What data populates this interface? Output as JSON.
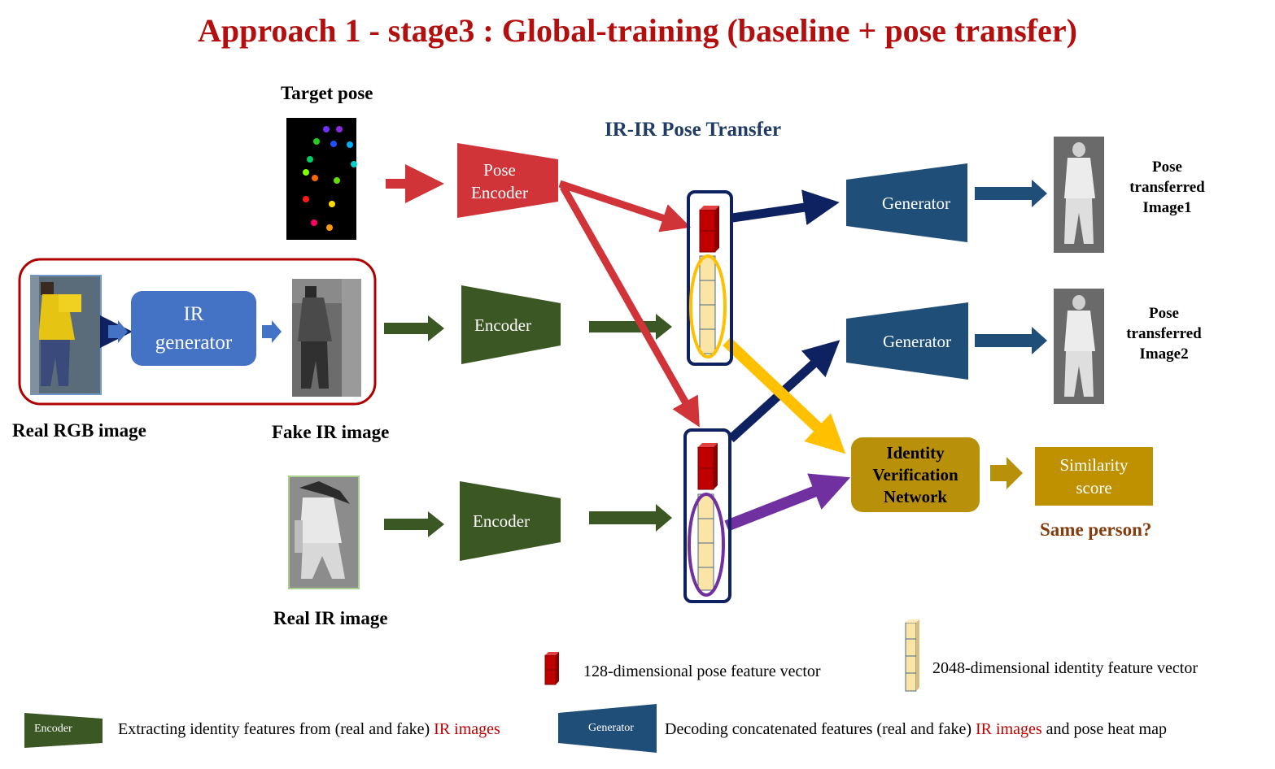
{
  "title": "Approach 1 - stage3 : Global-training (baseline + pose transfer)",
  "labels": {
    "target_pose": "Target pose",
    "real_rgb": "Real RGB image",
    "fake_ir": "Fake IR image",
    "real_ir": "Real IR image",
    "ir_pose_transfer": "IR-IR Pose Transfer",
    "same_person": "Same person?"
  },
  "blocks": {
    "pose_encoder": [
      "Pose",
      "Encoder"
    ],
    "ir_generator": [
      "IR",
      "generator"
    ],
    "encoder": "Encoder",
    "generator": "Generator",
    "identity_network": [
      "Identity",
      "Verification",
      "Network"
    ],
    "similarity": [
      "Similarity",
      "score"
    ]
  },
  "outputs": {
    "image1": [
      "Pose",
      "transferred",
      "Image1"
    ],
    "image2": [
      "Pose",
      "transferred",
      "Image2"
    ]
  },
  "legend": {
    "pose_vec": "128-dimensional pose feature vector",
    "id_vec": "2048-dimensional identity feature vector",
    "encoder_tag": "Encoder",
    "encoder_desc_a": "Extracting identity features  from (real and fake) ",
    "encoder_desc_red": "IR images",
    "generator_tag": "Generator",
    "generator_desc_a": "Decoding concatenated features (real and fake) ",
    "generator_desc_red": "IR images",
    "generator_desc_b": " and pose heat map"
  },
  "colors": {
    "title_red": "#b40f0f",
    "pose_red": "#d13438",
    "encoder_green": "#3b5723",
    "generator_blue": "#1f4e79",
    "navy": "#0e2160",
    "gold": "#b8900a",
    "orange_arrow": "#ffc000",
    "purple": "#7030a0",
    "ir_blue": "#4472c4"
  }
}
